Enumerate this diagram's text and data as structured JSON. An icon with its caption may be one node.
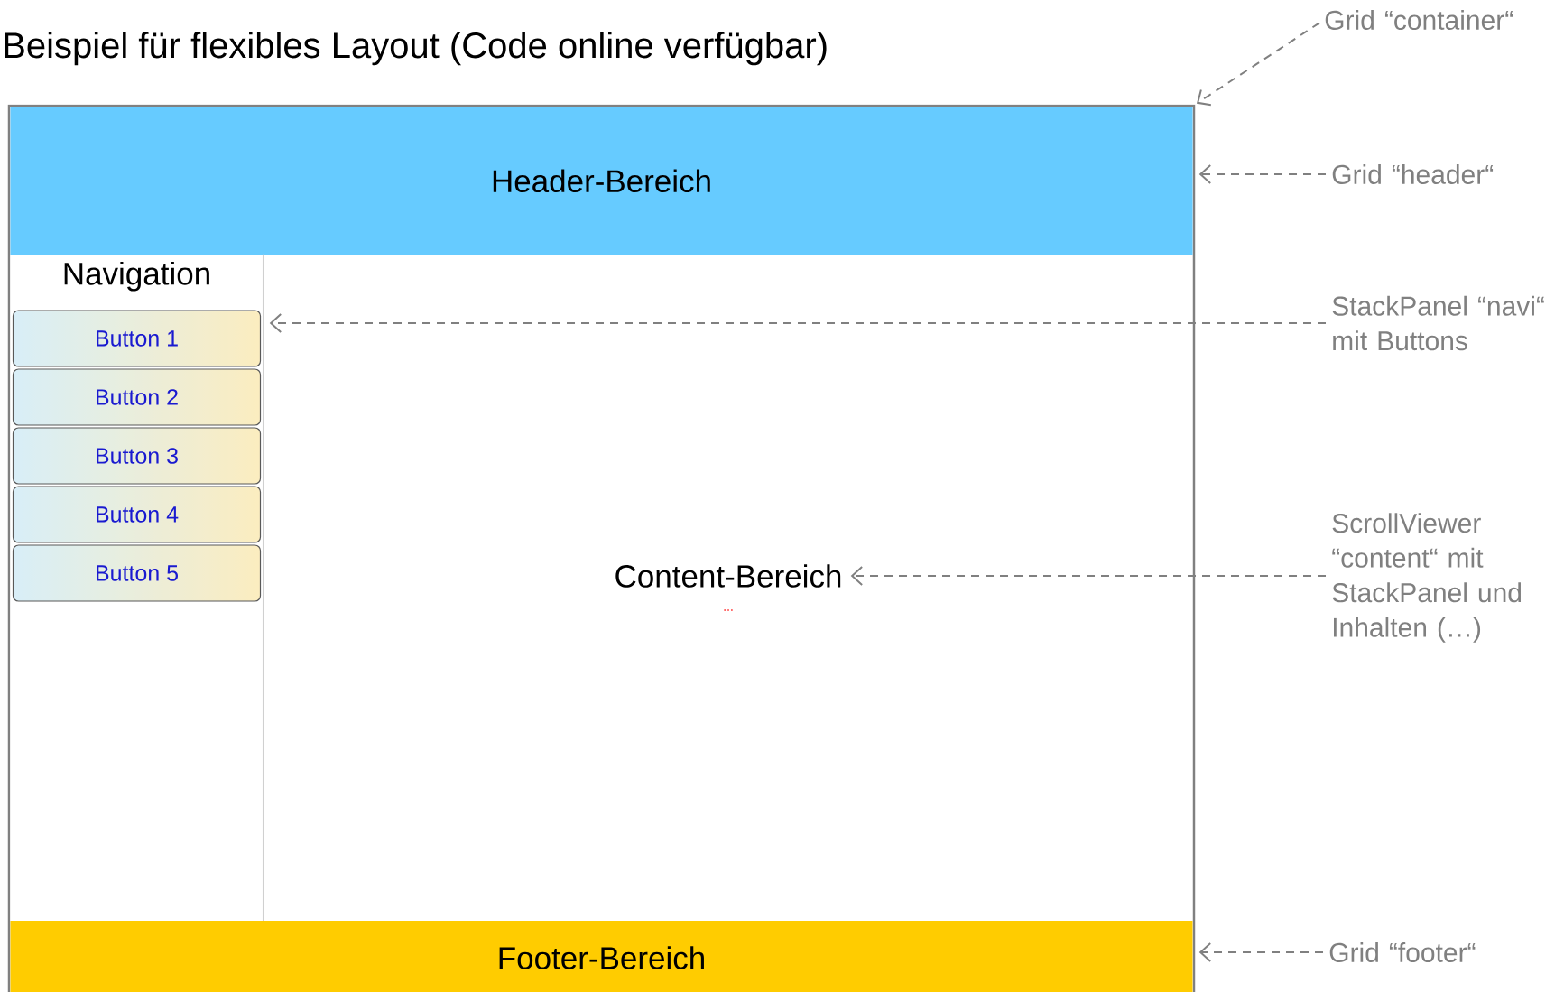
{
  "diagram": {
    "title": "Beispiel für flexibles Layout (Code online verfügbar)",
    "nodes": [
      {
        "text": [],
        "shape": "box"
      },
      {
        "text": [
          "Header-Bereich"
        ],
        "in": 0
      },
      {
        "text": [
          "Navigation"
        ],
        "in": 0
      },
      {
        "text": [
          "Button 1"
        ],
        "in": 2
      },
      {
        "text": [
          "Button 2"
        ],
        "in": 2
      },
      {
        "text": [
          "Button 3"
        ],
        "in": 2
      },
      {
        "text": [
          "Button 4"
        ],
        "in": 2
      },
      {
        "text": [
          "Button 5"
        ],
        "in": 2
      },
      {
        "text": [
          "Content-Bereich"
        ],
        "in": 0
      },
      {
        "text": [
          "Footer-Bereich"
        ],
        "in": 0
      },
      {
        "text": [
          "Grid “container“"
        ]
      },
      {
        "text": [
          "Grid “header“"
        ]
      },
      {
        "text": [
          "StackPanel “navi“ mit Buttons"
        ]
      },
      {
        "text": [
          "ScrollViewer “content“ mit StackPanel und Inhalten (…)"
        ]
      },
      {
        "text": [
          "Grid “footer“"
        ]
      }
    ],
    "edges": [
      {
        "from": 10,
        "to": 0,
        "arrow": "to",
        "style": "dashed"
      },
      {
        "from": 11,
        "to": 1,
        "arrow": "to",
        "style": "dashed"
      },
      {
        "from": 12,
        "to": 2,
        "arrow": "to",
        "style": "dashed"
      },
      {
        "from": 13,
        "to": 8,
        "arrow": "to",
        "style": "dashed"
      },
      {
        "from": 14,
        "to": 9,
        "arrow": "to",
        "style": "dashed"
      }
    ],
    "labels": [
      "..."
    ]
  }
}
